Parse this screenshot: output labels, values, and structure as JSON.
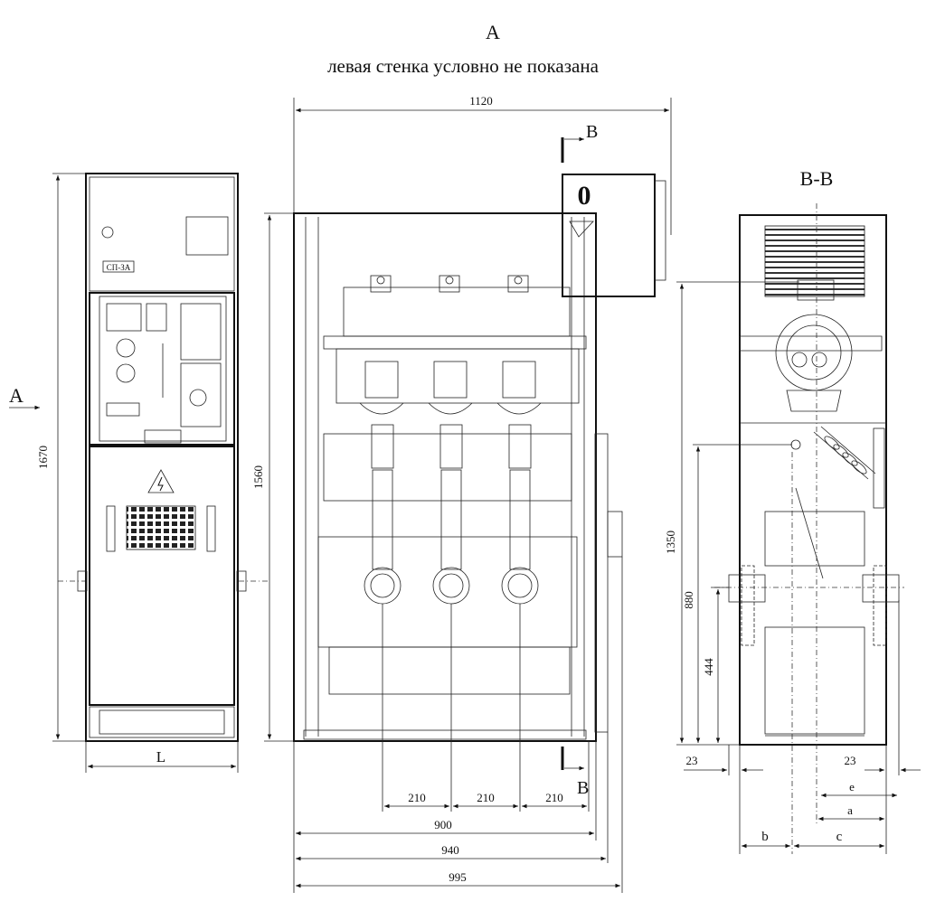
{
  "header": {
    "view_letter": "A",
    "subtitle": "левая стенка условно не показана"
  },
  "front_view": {
    "height_label": "1670",
    "width_label": "L",
    "arrow_label": "A",
    "plate_text": "СП-ЗА"
  },
  "side_view": {
    "width_label": "1120",
    "height_label": "1560",
    "section_marker_top": "B",
    "section_marker_bottom": "B",
    "indicator_text": "0",
    "phase_spacing_labels": [
      "210",
      "210",
      "210"
    ],
    "bottom_dims": [
      "900",
      "940",
      "995"
    ]
  },
  "section_view": {
    "title": "B-B",
    "height_1350": "1350",
    "height_880": "880",
    "height_444": "444",
    "left_offset": "23",
    "right_offset": "23",
    "dim_e": "e",
    "dim_a": "a",
    "dim_b": "b",
    "dim_c": "c"
  }
}
